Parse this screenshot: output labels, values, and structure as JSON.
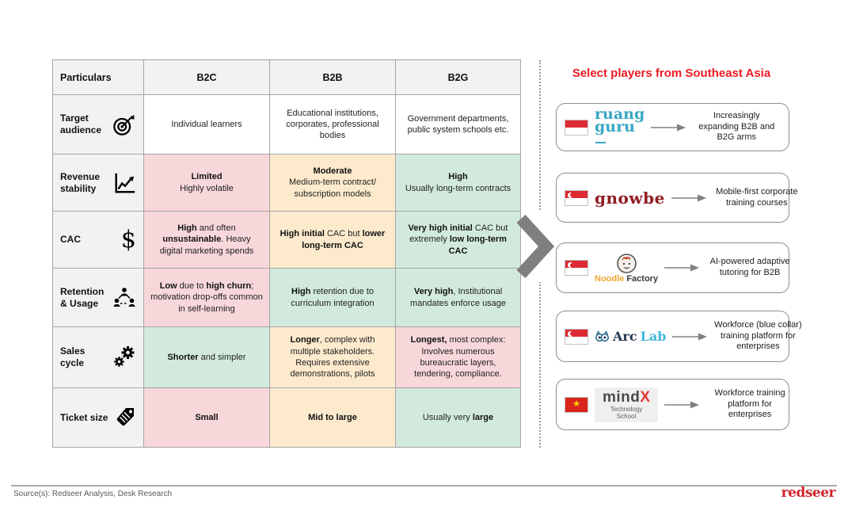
{
  "panel": {
    "title": "Select players from Southeast Asia"
  },
  "colors": {
    "accent_red": "#ee1b24",
    "cell_red": "#f7d7da",
    "cell_amber": "#fdeacd",
    "cell_green": "#d2eadd",
    "header_gray": "#f2f2f2",
    "brand_red": "#d2232a",
    "ruangguru_teal": "#38a7c3",
    "gnowbe_maroon": "#8f1d21",
    "noodle_orange": "#f0a632",
    "arclab_blue": "#41b6da",
    "mindx_red": "#e23b33"
  },
  "icons": {
    "dollar_glyph": "$",
    "star_glyph": "★"
  },
  "table": {
    "headers": [
      "Particulars",
      "B2C",
      "B2B",
      "B2G"
    ],
    "rows": [
      {
        "label": "Target audience",
        "icon": "target-icon",
        "cells": [
          {
            "tone": "white",
            "segments": [
              {
                "t": "Individual learners"
              }
            ]
          },
          {
            "tone": "white",
            "segments": [
              {
                "t": "Educational institutions, corporates, professional bodies"
              }
            ]
          },
          {
            "tone": "white",
            "segments": [
              {
                "t": "Government departments, public system schools etc."
              }
            ]
          }
        ]
      },
      {
        "label": "Revenue stability",
        "icon": "chart-icon",
        "cells": [
          {
            "tone": "red",
            "segments": [
              {
                "t": "Limited",
                "b": true
              },
              {
                "br": true
              },
              {
                "t": "Highly volatile"
              }
            ]
          },
          {
            "tone": "amber",
            "segments": [
              {
                "t": "Moderate",
                "b": true
              },
              {
                "br": true
              },
              {
                "t": "Medium-term contract/ subscription models"
              }
            ]
          },
          {
            "tone": "green",
            "segments": [
              {
                "t": "High",
                "b": true
              },
              {
                "br": true
              },
              {
                "t": "Usually long-term contracts"
              }
            ]
          }
        ]
      },
      {
        "label": "CAC",
        "icon": "dollar-icon",
        "cells": [
          {
            "tone": "red",
            "segments": [
              {
                "t": "High",
                "b": true
              },
              {
                "t": " and often "
              },
              {
                "t": "unsustainable",
                "b": true
              },
              {
                "t": ". Heavy digital marketing spends"
              }
            ]
          },
          {
            "tone": "amber",
            "segments": [
              {
                "t": "High initial",
                "b": true
              },
              {
                "t": " CAC but "
              },
              {
                "t": "lower long-term CAC",
                "b": true
              }
            ]
          },
          {
            "tone": "green",
            "segments": [
              {
                "t": "Very high initial",
                "b": true
              },
              {
                "t": " CAC but extremely "
              },
              {
                "t": "low long-term CAC",
                "b": true
              }
            ]
          }
        ]
      },
      {
        "label": "Retention & Usage",
        "icon": "people-network-icon",
        "cells": [
          {
            "tone": "red",
            "segments": [
              {
                "t": "Low",
                "b": true
              },
              {
                "t": " due to "
              },
              {
                "t": "high churn",
                "b": true
              },
              {
                "t": "; motivation drop-offs common in self-learning"
              }
            ]
          },
          {
            "tone": "green",
            "segments": [
              {
                "t": "High",
                "b": true
              },
              {
                "t": " retention due to curriculum integration"
              }
            ]
          },
          {
            "tone": "green",
            "segments": [
              {
                "t": "Very high",
                "b": true
              },
              {
                "t": ", Institutional mandates enforce usage"
              }
            ]
          }
        ]
      },
      {
        "label": "Sales cycle",
        "icon": "gears-icon",
        "cells": [
          {
            "tone": "green",
            "segments": [
              {
                "t": "Shorter",
                "b": true
              },
              {
                "t": " and simpler"
              }
            ]
          },
          {
            "tone": "amber",
            "segments": [
              {
                "t": "Longer",
                "b": true
              },
              {
                "t": ", complex with multiple stakeholders. Requires extensive demonstrations, pilots"
              }
            ]
          },
          {
            "tone": "red",
            "segments": [
              {
                "t": "Longest,",
                "b": true
              },
              {
                "t": " most complex: Involves numerous bureaucratic layers, tendering, compliance."
              }
            ]
          }
        ]
      },
      {
        "label": "Ticket size",
        "icon": "tag-icon",
        "cells": [
          {
            "tone": "red",
            "segments": [
              {
                "t": "Small",
                "b": true
              }
            ]
          },
          {
            "tone": "amber",
            "segments": [
              {
                "t": "Mid to large",
                "b": true
              }
            ]
          },
          {
            "tone": "green",
            "segments": [
              {
                "t": "Usually very "
              },
              {
                "t": "large",
                "b": true
              }
            ]
          }
        ]
      }
    ]
  },
  "players": [
    {
      "flag": "indonesia",
      "logo": {
        "type": "ruangguru",
        "lines": [
          "ruang",
          "guru"
        ]
      },
      "desc": "Increasingly expanding B2B and B2G arms"
    },
    {
      "flag": "singapore",
      "logo": {
        "type": "gnowbe",
        "text": "gnowbe"
      },
      "desc": "Mobile-first corporate training courses"
    },
    {
      "flag": "singapore",
      "logo": {
        "type": "noodle",
        "parts": [
          "Noodle",
          "Factory"
        ]
      },
      "desc": "AI-powered adaptive tutoring for B2B"
    },
    {
      "flag": "singapore",
      "logo": {
        "type": "arclab",
        "parts": [
          "Arc",
          "Lab"
        ]
      },
      "desc": "Workforce (blue collar) training platform for enterprises"
    },
    {
      "flag": "vietnam",
      "logo": {
        "type": "mindx",
        "parts": [
          "mind",
          "X"
        ],
        "sub": "Technology School"
      },
      "desc": "Workforce training platform for enterprises"
    }
  ],
  "footer": {
    "source": "Source(s): Redseer Analysis, Desk Research",
    "brand": "redseer"
  }
}
